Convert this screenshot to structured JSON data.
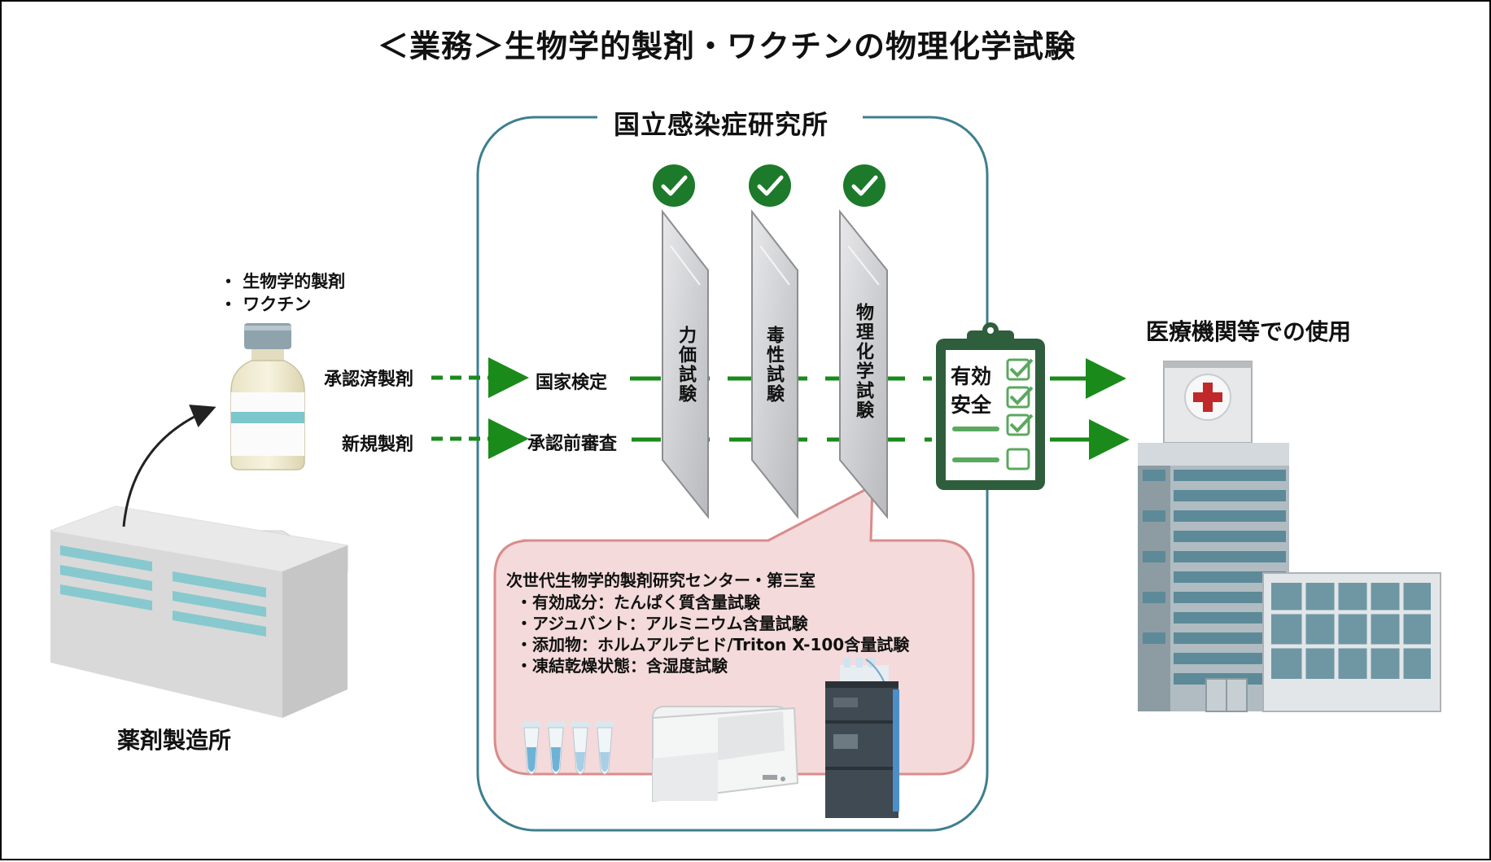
{
  "title": "＜業務＞生物学的製剤・ワクチンの物理化学試験",
  "institute": "国立感染症研究所",
  "products": [
    "・ 生物学的製剤",
    "・ ワクチン"
  ],
  "factory_label": "薬剤製造所",
  "flows": {
    "approved": {
      "input": "承認済製剤",
      "stage": "国家検定"
    },
    "new": {
      "input": "新規製剤",
      "stage": "承認前審査"
    }
  },
  "tests": [
    "力価試験",
    "毒性試験",
    "物理化学試験"
  ],
  "clipboard": {
    "line1": "有効",
    "line2": "安全"
  },
  "hospital_label": "医療機関等での使用",
  "bubble": {
    "heading": "次世代生物学的製剤研究センター・第三室",
    "items": [
      "・有効成分：たんぱく質含量試験",
      "・アジュバント：アルミニウム含量試験",
      "・添加物：ホルムアルデヒド/Triton X-100含量試験",
      "・凍結乾燥状態：含湿度試験"
    ]
  },
  "colors": {
    "arrow_green": "#1a8a1a",
    "check_green": "#1c7a2a",
    "institute_border": "#3d7f8f",
    "bubble_fill": "#f4dada",
    "bubble_border": "#d98c8c",
    "clipboard_dark": "#2f5e3c",
    "hospital_red": "#c0282a"
  },
  "icons": [
    "vial-icon",
    "factory-icon",
    "check-circle-icon",
    "test-panel-icon",
    "clipboard-icon",
    "hospital-icon",
    "tube-icon",
    "analyzer-icon",
    "hplc-icon"
  ]
}
